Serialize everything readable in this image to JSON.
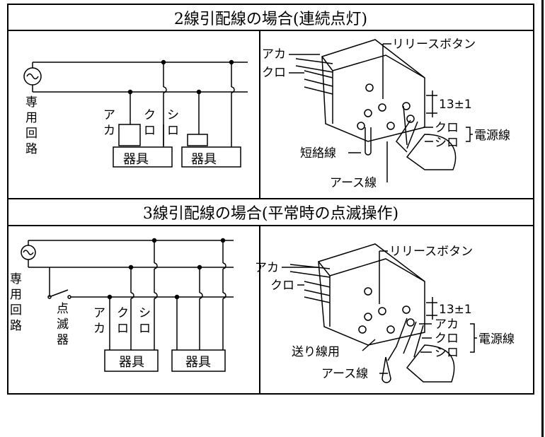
{
  "sections": [
    {
      "title": "2線引配線の場合(連続点灯)",
      "circuit": {
        "source_label": "専用回路",
        "wire_labels": [
          "アカ",
          "クロ",
          "シロ"
        ],
        "device_labels": [
          "器具",
          "器具"
        ]
      },
      "terminal": {
        "release_button": "リリースボタン",
        "wires_in": [
          "アカ",
          "クロ"
        ],
        "strip_length": "13±1",
        "power_wires": [
          "クロ",
          "シロ"
        ],
        "power_label": "電源線",
        "short_wire": "短絡線",
        "earth_wire": "アース線"
      }
    },
    {
      "title": "3線引配線の場合(平常時の点滅操作)",
      "circuit": {
        "source_label": "専用回路",
        "switch_label": "点滅器",
        "wire_labels": [
          "アカ",
          "クロ",
          "シロ"
        ],
        "device_labels": [
          "器具",
          "器具"
        ]
      },
      "terminal": {
        "release_button": "リリースボタン",
        "wires_in": [
          "アカ",
          "クロ"
        ],
        "strip_length": "13±1",
        "power_wires": [
          "アカ",
          "クロ",
          "シロ"
        ],
        "power_label": "電源線",
        "feed_wire": "送り線用",
        "earth_wire": "アース線"
      }
    }
  ]
}
